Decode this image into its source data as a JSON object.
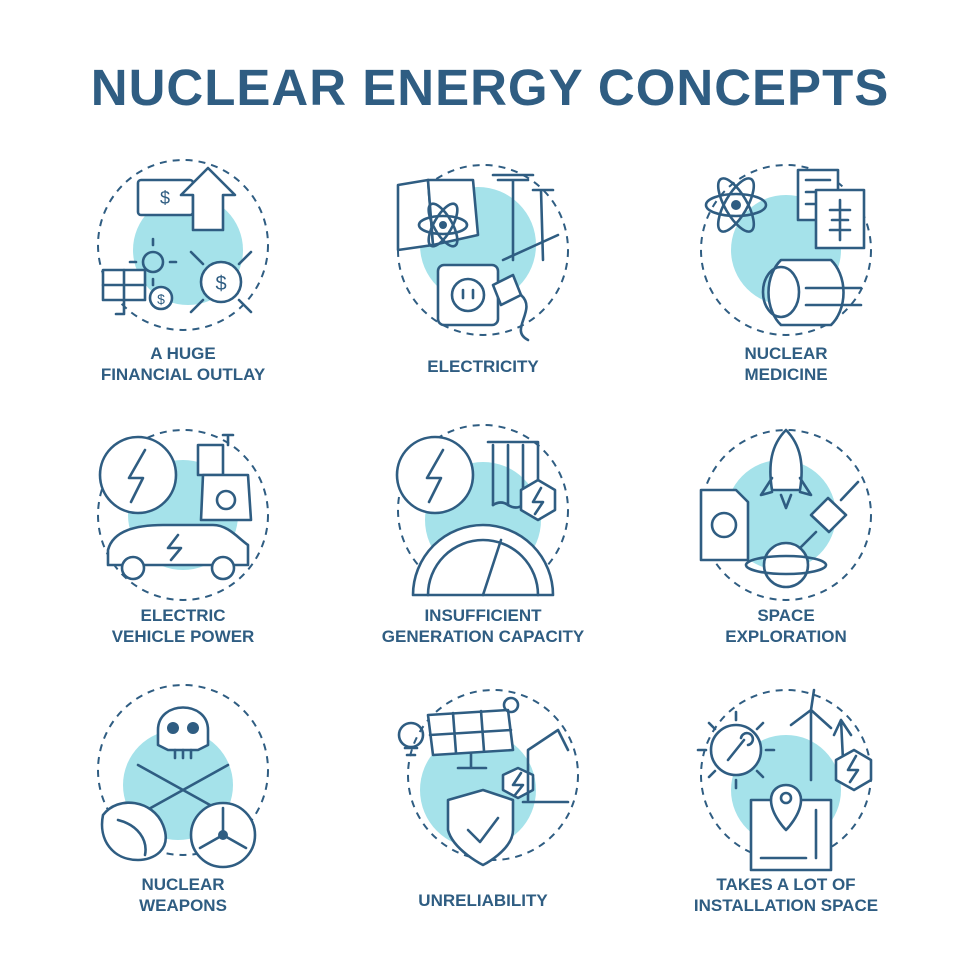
{
  "title": "NUCLEAR ENERGY CONCEPTS",
  "concepts": [
    {
      "lines": [
        "A HUGE",
        "FINANCIAL OUTLAY"
      ]
    },
    {
      "lines": [
        "ELECTRICITY"
      ]
    },
    {
      "lines": [
        "NUCLEAR",
        "MEDICINE"
      ]
    },
    {
      "lines": [
        "ELECTRIC",
        "VEHICLE POWER"
      ]
    },
    {
      "lines": [
        "INSUFFICIENT",
        "GENERATION CAPACITY"
      ]
    },
    {
      "lines": [
        "SPACE",
        "EXPLORATION"
      ]
    },
    {
      "lines": [
        "NUCLEAR",
        "WEAPONS"
      ]
    },
    {
      "lines": [
        "UNRELIABILITY"
      ]
    },
    {
      "lines": [
        "TAKES A LOT OF",
        "INSTALLATION SPACE"
      ]
    }
  ],
  "colors": {
    "stroke": "#2f5d82",
    "accent": "#a5e2ea",
    "background": "#ffffff"
  }
}
